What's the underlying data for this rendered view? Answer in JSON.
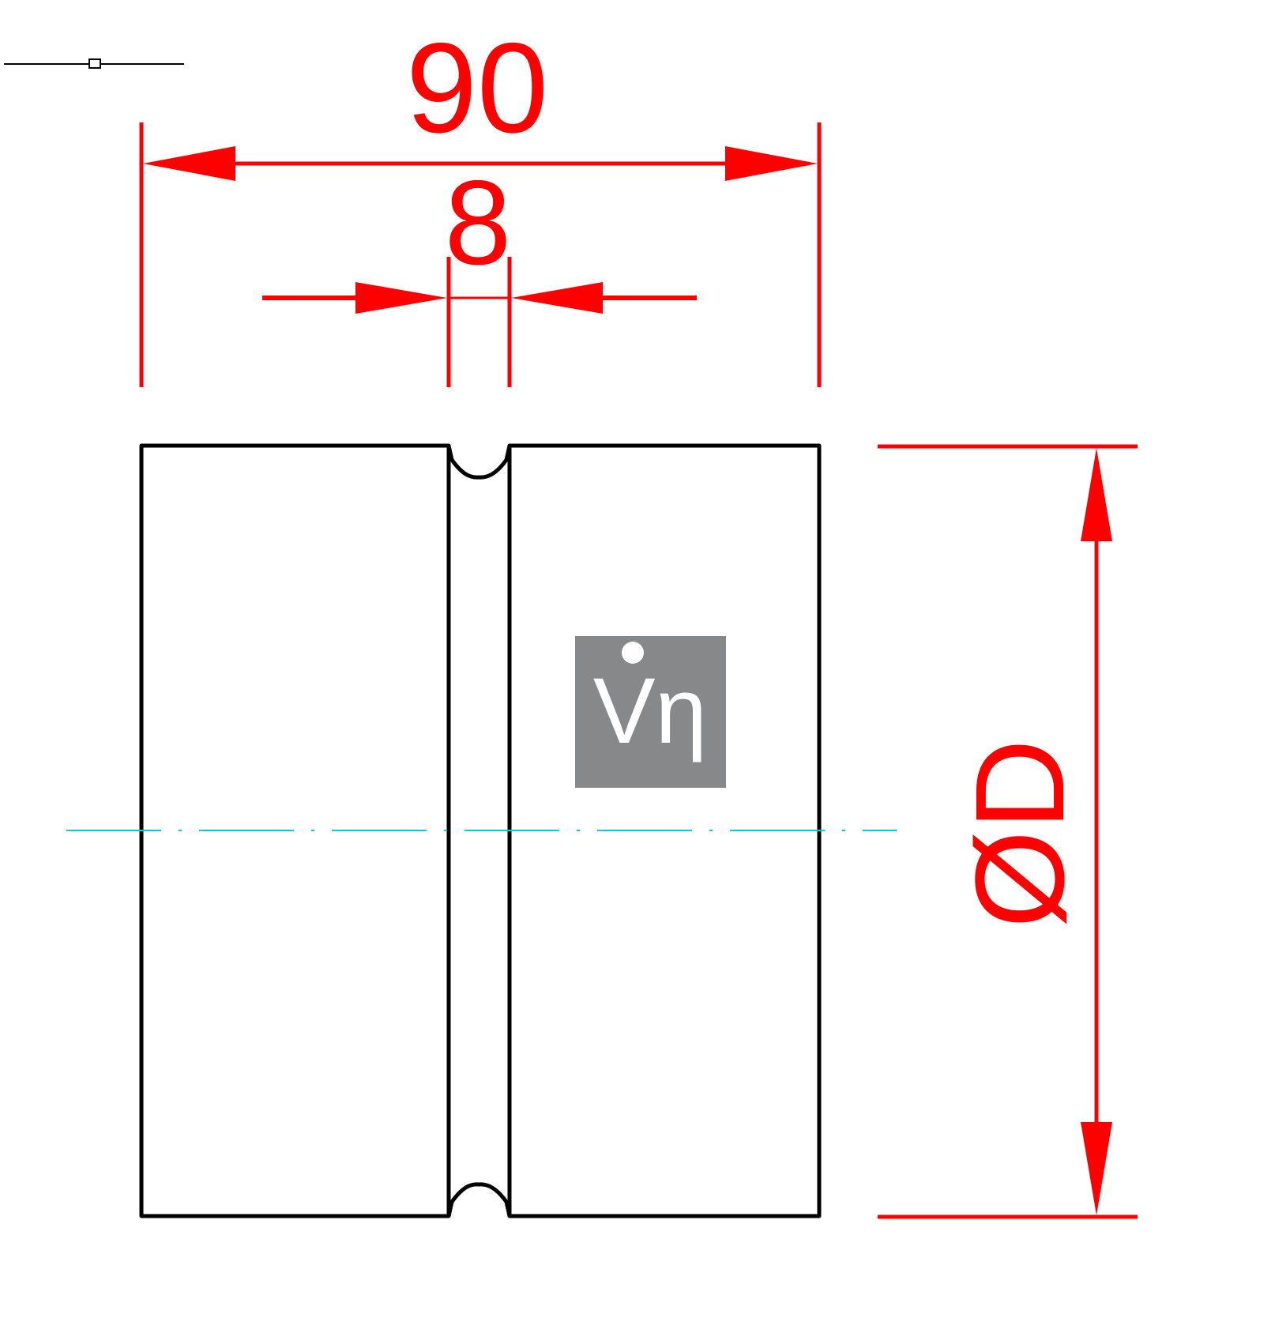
{
  "dimensions": {
    "overall_width": "90",
    "groove_width": "8",
    "diameter": "ØD"
  },
  "logo": {
    "mark": "Vη"
  },
  "colors": {
    "dimension": "#ff0000",
    "outline": "#000000",
    "centerline": "#00c8e0",
    "logo_background": "#868889",
    "logo_foreground": "#ffffff"
  }
}
